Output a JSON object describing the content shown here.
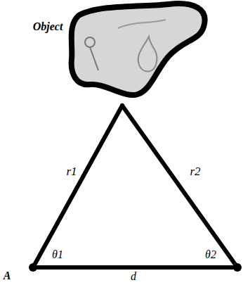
{
  "diagram": {
    "labels": [
      "Object",
      "r1",
      "r2",
      "θ1",
      "θ2",
      "A",
      "d"
    ]
  }
}
